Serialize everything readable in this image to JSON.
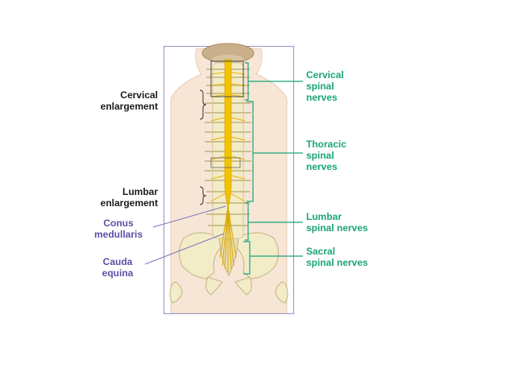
{
  "labels": {
    "cervical_enlargement": "Cervical\nenlargement",
    "lumbar_enlargement": "Lumbar\nenlargement",
    "conus_medullaris": "Conus\nmedullaris",
    "cauda_equina": "Cauda\nequina",
    "cervical_nerves": "Cervical\nspinal\nnerves",
    "thoracic_nerves": "Thoracic\nspinal\nnerves",
    "lumbar_nerves": "Lumbar\nspinal nerves",
    "sacral_nerves": "Sacral\nspinal nerves"
  },
  "colors": {
    "nerve_group_text": "#1aa37a",
    "structure_text": "#5b4fa8",
    "enlargement_text": "#1a1a1a",
    "frame_border": "#9b8fc4",
    "spinal_cord": "#f2c200",
    "bone": "#f3ecc8",
    "skin": "#f4ddc9"
  }
}
